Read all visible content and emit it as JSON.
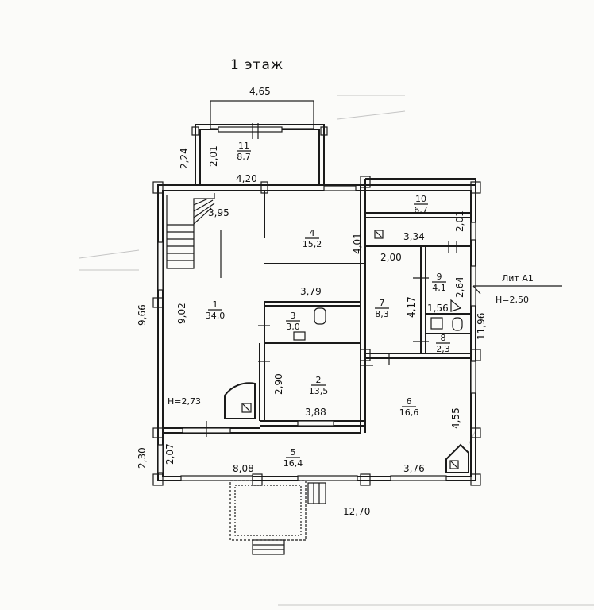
{
  "title": "1 этаж",
  "dimensions": {
    "porch_width": "4,65",
    "porch_outer_height": "2,24",
    "porch_inner_height": "2,01",
    "hall_top_width": "4,20",
    "stair_width": "3,95",
    "room4_depth": "4,01",
    "corridor_width": "3,34",
    "corridor_depth": "2,01",
    "room7_width": "2,00",
    "room4_width": "3,79",
    "room9_height": "2,64",
    "room7_height": "4,17",
    "room6_label_width": "1,56",
    "right_total": "11,96",
    "left_total": "9,66",
    "room1_height": "9,02",
    "room2_height": "2,90",
    "room2_width": "3,88",
    "room6_height": "4,55",
    "veranda_outer": "2,30",
    "veranda_inner": "2,07",
    "veranda_width": "8,08",
    "room6_width": "3,76",
    "total_width": "12,70",
    "height_h": "H=2,73"
  },
  "rooms": [
    {
      "number": "11",
      "area": "8,7"
    },
    {
      "number": "10",
      "area": "6,7"
    },
    {
      "number": "4",
      "area": "15,2"
    },
    {
      "number": "1",
      "area": "34,0"
    },
    {
      "number": "3",
      "area": "3,0"
    },
    {
      "number": "9",
      "area": "4,1"
    },
    {
      "number": "7",
      "area": "8,3"
    },
    {
      "number": "8",
      "area": "2,3"
    },
    {
      "number": "2",
      "area": "13,5"
    },
    {
      "number": "6",
      "area": "16,6"
    },
    {
      "number": "5",
      "area": "16,4"
    }
  ],
  "annotations": {
    "lit_a1": "Лит А1",
    "lit_a1_height": "Н=2,50"
  }
}
